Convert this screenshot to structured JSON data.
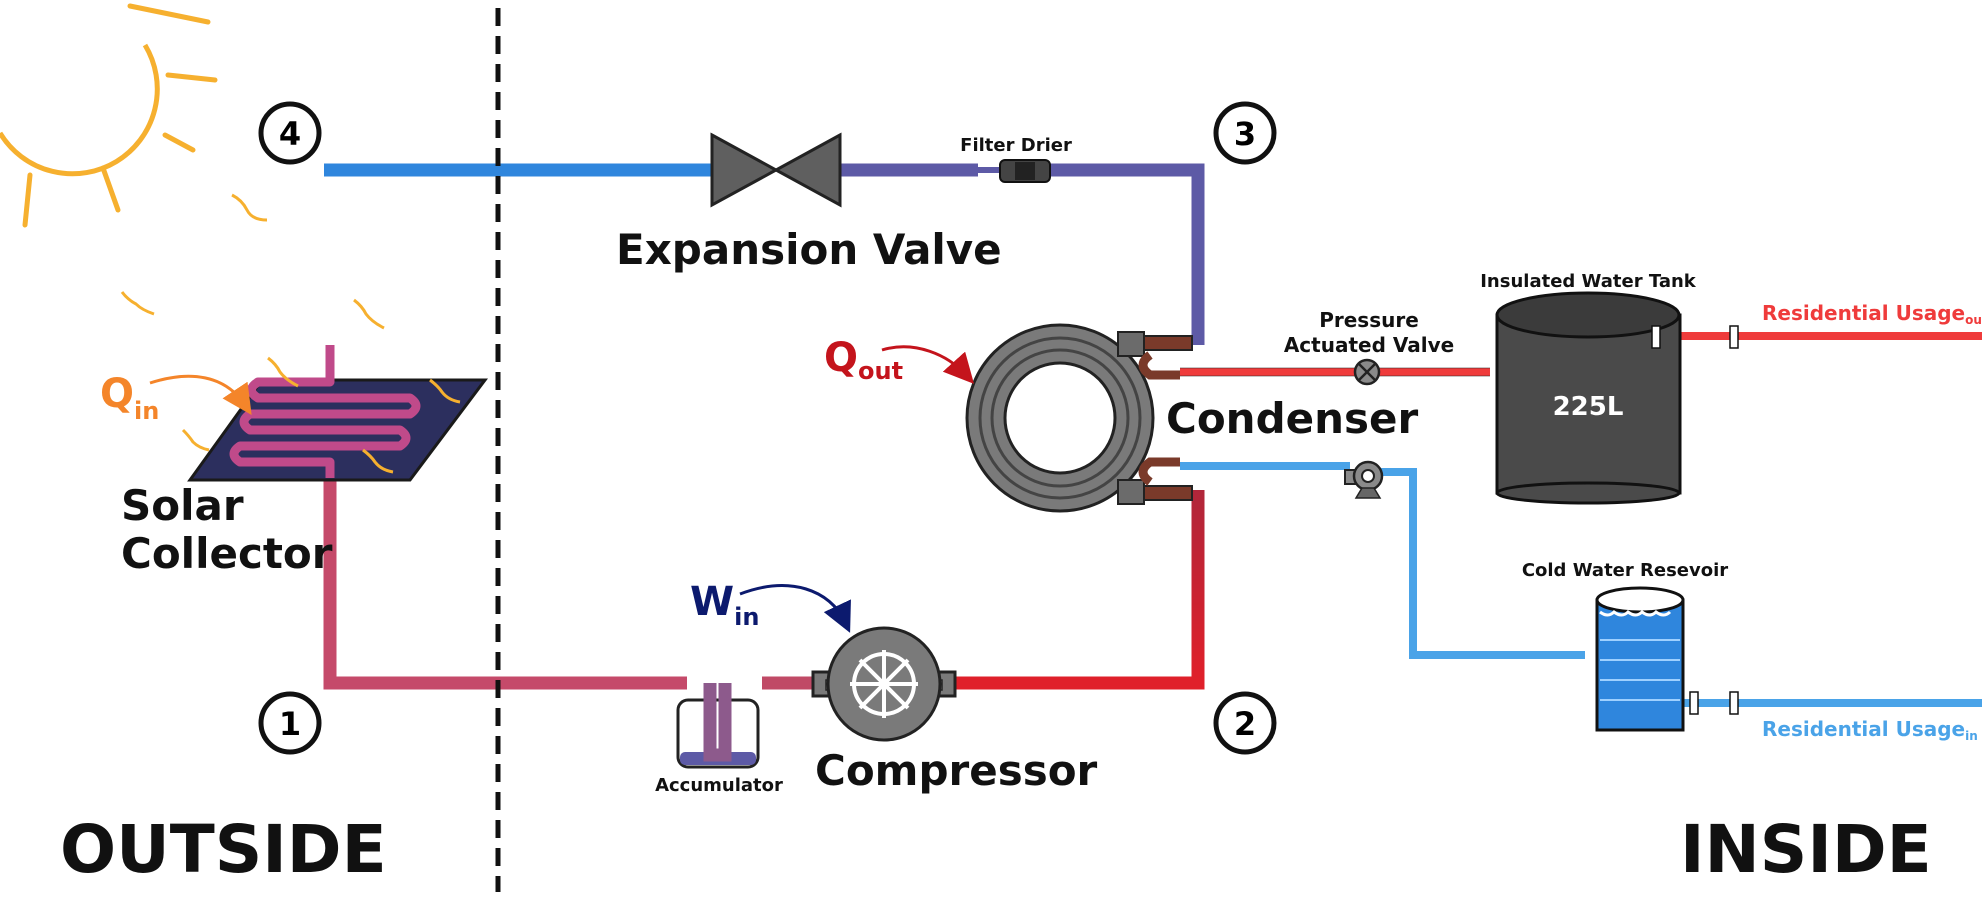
{
  "regions": {
    "outside": "OUTSIDE",
    "inside": "INSIDE"
  },
  "state_points": [
    "1",
    "2",
    "3",
    "4"
  ],
  "components": {
    "solar_collector": [
      "Solar",
      "Collector"
    ],
    "expansion_valve": "Expansion Valve",
    "filter_drier": "Filter Drier",
    "condenser": "Condenser",
    "compressor": "Compressor",
    "accumulator": "Accumulator",
    "pressure_valve": [
      "Pressure",
      "Actuated Valve"
    ],
    "water_tank": {
      "title": "Insulated Water Tank",
      "capacity": "225L"
    },
    "cold_reservoir": "Cold Water Resevoir"
  },
  "energy": {
    "q_in": {
      "main": "Q",
      "sub": "in"
    },
    "q_out": {
      "main": "Q",
      "sub": "out"
    },
    "w_in": {
      "main": "W",
      "sub": "in"
    }
  },
  "usage": {
    "out": {
      "main": "Residential Usage",
      "sub": "out"
    },
    "in": {
      "main": "Residential Usage",
      "sub": "in"
    }
  },
  "colors": {
    "cold_refrigerant": "#2f86dd",
    "warm_refrigerant": "#c54a6a",
    "hot_refrigerant": "#e0202a",
    "mixed_refrigerant": "#6a5aa8",
    "hot_water": "#ef3b3b",
    "cold_water": "#4aa3e8",
    "q_in": "#f4852a",
    "q_out": "#c4141c",
    "w_in": "#0c1a6e",
    "sun": "#f6b02f"
  }
}
